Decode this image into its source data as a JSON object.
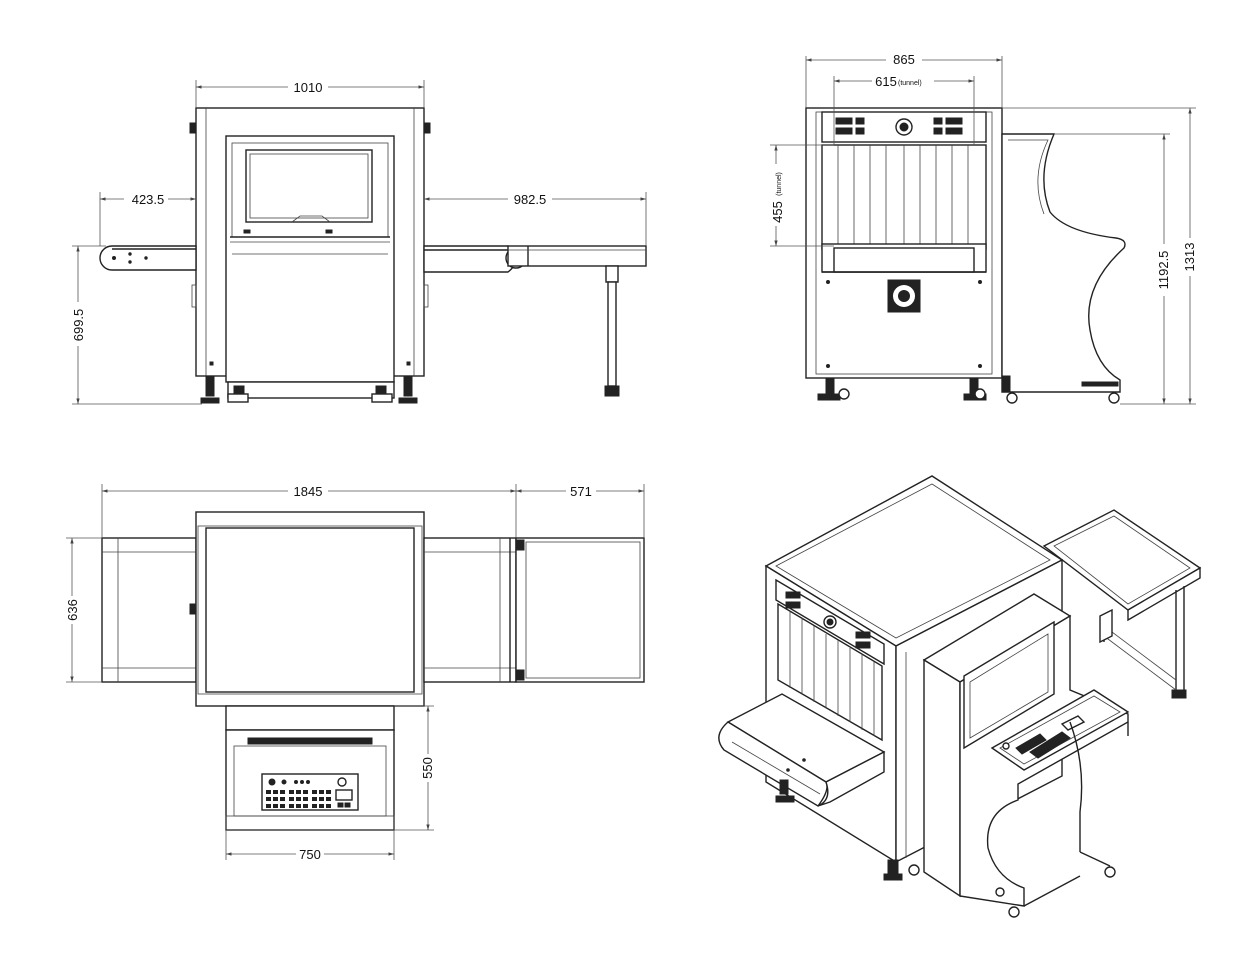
{
  "front_view": {
    "width_label": "1010",
    "left_conveyor_label": "423.5",
    "right_conveyor_label": "982.5",
    "height_label": "699.5"
  },
  "side_view": {
    "overall_width_label": "865",
    "tunnel_width_label": "615",
    "tunnel_width_note": "(tunnel)",
    "tunnel_height_label": "455",
    "tunnel_height_note": "(tunnel)",
    "console_height_label": "1192.5",
    "overall_height_label": "1313"
  },
  "top_view": {
    "overall_length_label": "1845",
    "table_length_label": "571",
    "depth_label": "636",
    "console_depth_label": "550",
    "console_width_label": "750"
  },
  "colors": {
    "line": "#222222",
    "dimension": "#555555",
    "background": "#ffffff"
  }
}
